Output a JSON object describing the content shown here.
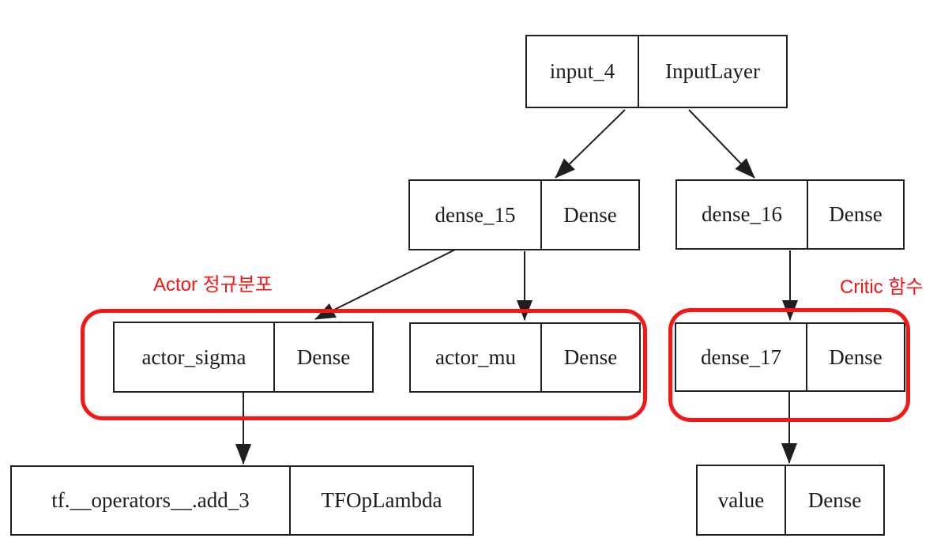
{
  "colors": {
    "annotation_red": "#f51616",
    "node_border": "#1f1f1f",
    "edge_black": "#1f1f1f",
    "background": "#ffffff"
  },
  "diagram": {
    "nodes": [
      {
        "name": "input_4",
        "type": "InputLayer"
      },
      {
        "name": "dense_15",
        "type": "Dense"
      },
      {
        "name": "dense_16",
        "type": "Dense"
      },
      {
        "name": "actor_sigma",
        "type": "Dense"
      },
      {
        "name": "actor_mu",
        "type": "Dense"
      },
      {
        "name": "dense_17",
        "type": "Dense"
      },
      {
        "name": "tf.__operators__.add_3",
        "type": "TFOpLambda"
      },
      {
        "name": "value",
        "type": "Dense"
      }
    ],
    "edges": [
      {
        "from": "input_4",
        "to": "dense_15"
      },
      {
        "from": "input_4",
        "to": "dense_16"
      },
      {
        "from": "dense_15",
        "to": "actor_sigma"
      },
      {
        "from": "dense_15",
        "to": "actor_mu"
      },
      {
        "from": "dense_16",
        "to": "dense_17"
      },
      {
        "from": "actor_sigma",
        "to": "tf.__operators__.add_3"
      },
      {
        "from": "dense_17",
        "to": "value"
      }
    ],
    "annotations": [
      {
        "label": "Actor 정규분포"
      },
      {
        "label": "Critic 함수"
      }
    ]
  }
}
